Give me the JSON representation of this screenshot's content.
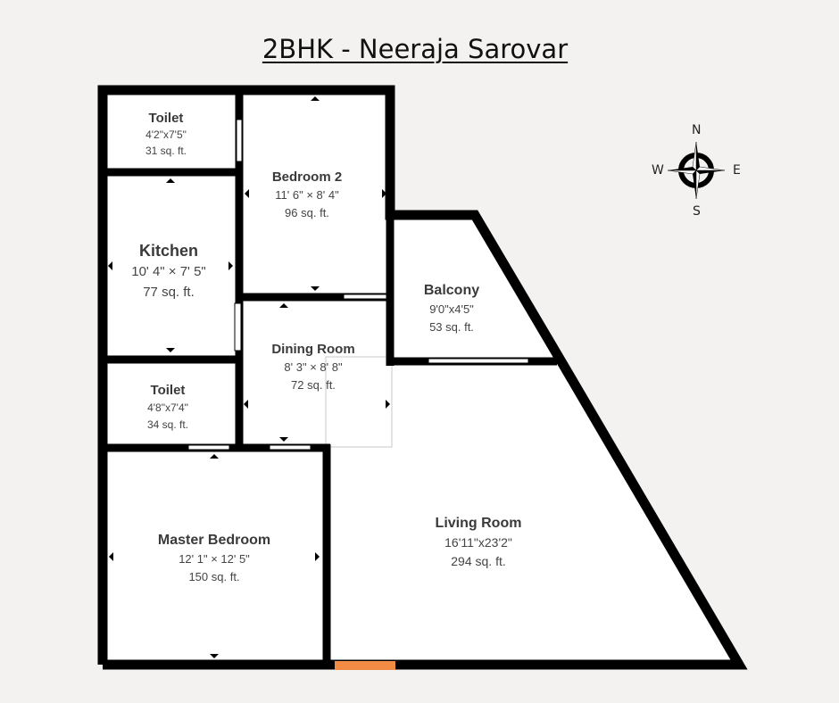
{
  "title": "2BHK - Neeraja Sarovar",
  "colors": {
    "background": "#f4f2f0",
    "wall": "#000000",
    "floor": "#ffffff",
    "door_accent": "#f28c45",
    "text": "#444444"
  },
  "compass": {
    "north": "N",
    "south": "S",
    "east": "E",
    "west": "W",
    "icon": "compass-rose-icon"
  },
  "rooms": [
    {
      "id": "toilet-1",
      "name": "Toilet",
      "dimensions": "4'2\"x7'5\"",
      "area": "31 sq. ft."
    },
    {
      "id": "bedroom-2",
      "name": "Bedroom 2",
      "dimensions": "11' 6\" × 8' 4\"",
      "area": "96 sq. ft."
    },
    {
      "id": "kitchen",
      "name": "Kitchen",
      "dimensions": "10' 4\" × 7' 5\"",
      "area": "77 sq. ft."
    },
    {
      "id": "balcony",
      "name": "Balcony",
      "dimensions": "9'0\"x4'5\"",
      "area": "53 sq. ft."
    },
    {
      "id": "dining-room",
      "name": "Dining Room",
      "dimensions": "8' 3\" × 8' 8\"",
      "area": "72 sq. ft."
    },
    {
      "id": "toilet-2",
      "name": "Toilet",
      "dimensions": "4'8\"x7'4\"",
      "area": "34 sq. ft."
    },
    {
      "id": "master-bedroom",
      "name": "Master Bedroom",
      "dimensions": "12' 1\" × 12' 5\"",
      "area": "150 sq. ft."
    },
    {
      "id": "living-room",
      "name": "Living Room",
      "dimensions": "16'11\"x23'2\"",
      "area": "294 sq. ft."
    }
  ]
}
